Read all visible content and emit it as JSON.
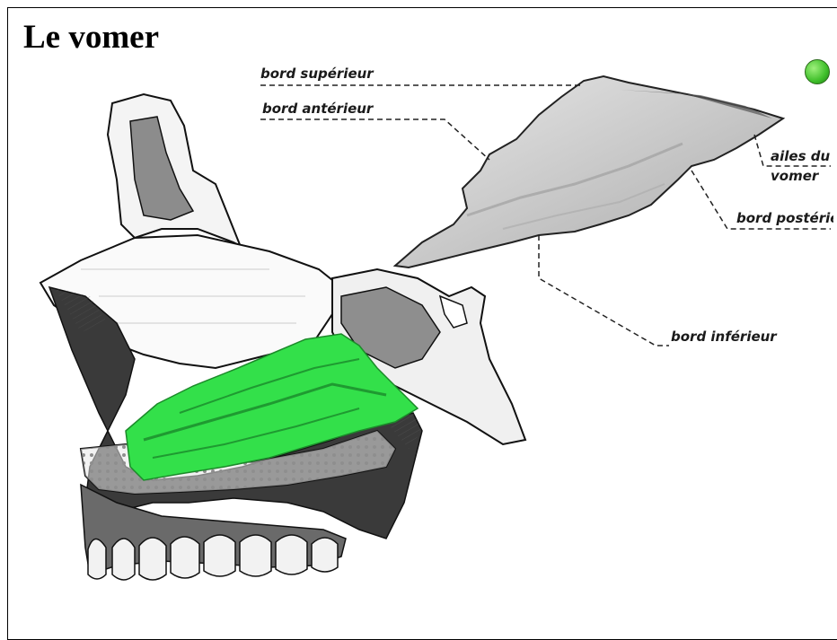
{
  "title": "Le vomer",
  "labels": {
    "superior": "bord supérieur",
    "anterior": "bord antérieur",
    "wings_line1": "ailes du",
    "wings_line2": "vomer",
    "posterior": "bord postérieur",
    "inferior": "bord inférieur"
  },
  "colors": {
    "highlight": "#33e04a",
    "bone_gray": "#bdbdbd",
    "nav_icon": "#3fbf2a"
  },
  "icons": {
    "nav": "next-arrow-icon"
  }
}
